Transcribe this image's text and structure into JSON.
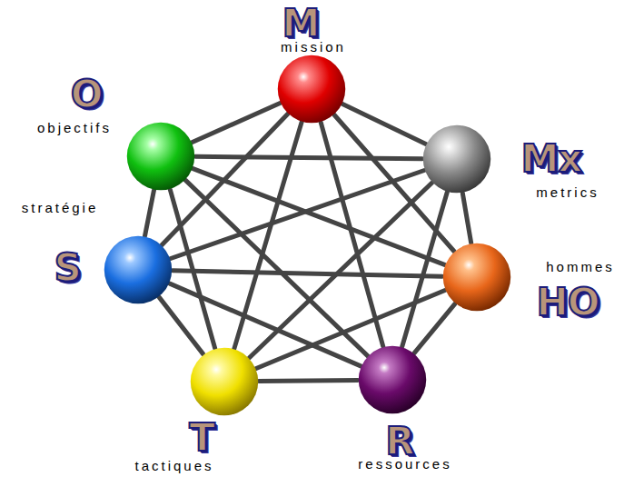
{
  "diagram": {
    "nodes": [
      {
        "text": [
          "M",
          "mission"
        ]
      },
      {
        "text": [
          "O",
          "objectifs"
        ]
      },
      {
        "text": [
          "Mx",
          "metrics"
        ]
      },
      {
        "text": [
          "S",
          "stratégie"
        ]
      },
      {
        "text": [
          "HO",
          "hommes"
        ]
      },
      {
        "text": [
          "T",
          "tactiques"
        ]
      },
      {
        "text": [
          "R",
          "ressources"
        ]
      }
    ],
    "edges": [
      {
        "from": 0,
        "to": 1,
        "arrow": "none"
      },
      {
        "from": 0,
        "to": 2,
        "arrow": "none"
      },
      {
        "from": 0,
        "to": 3,
        "arrow": "none"
      },
      {
        "from": 0,
        "to": 4,
        "arrow": "none"
      },
      {
        "from": 0,
        "to": 5,
        "arrow": "none"
      },
      {
        "from": 0,
        "to": 6,
        "arrow": "none"
      },
      {
        "from": 1,
        "to": 2,
        "arrow": "none"
      },
      {
        "from": 1,
        "to": 3,
        "arrow": "none"
      },
      {
        "from": 1,
        "to": 4,
        "arrow": "none"
      },
      {
        "from": 1,
        "to": 5,
        "arrow": "none"
      },
      {
        "from": 1,
        "to": 6,
        "arrow": "none"
      },
      {
        "from": 2,
        "to": 3,
        "arrow": "none"
      },
      {
        "from": 2,
        "to": 4,
        "arrow": "none"
      },
      {
        "from": 2,
        "to": 5,
        "arrow": "none"
      },
      {
        "from": 2,
        "to": 6,
        "arrow": "none"
      },
      {
        "from": 3,
        "to": 4,
        "arrow": "none"
      },
      {
        "from": 3,
        "to": 5,
        "arrow": "none"
      },
      {
        "from": 3,
        "to": 6,
        "arrow": "none"
      },
      {
        "from": 4,
        "to": 5,
        "arrow": "none"
      },
      {
        "from": 4,
        "to": 6,
        "arrow": "none"
      },
      {
        "from": 5,
        "to": 6,
        "arrow": "none"
      }
    ]
  }
}
